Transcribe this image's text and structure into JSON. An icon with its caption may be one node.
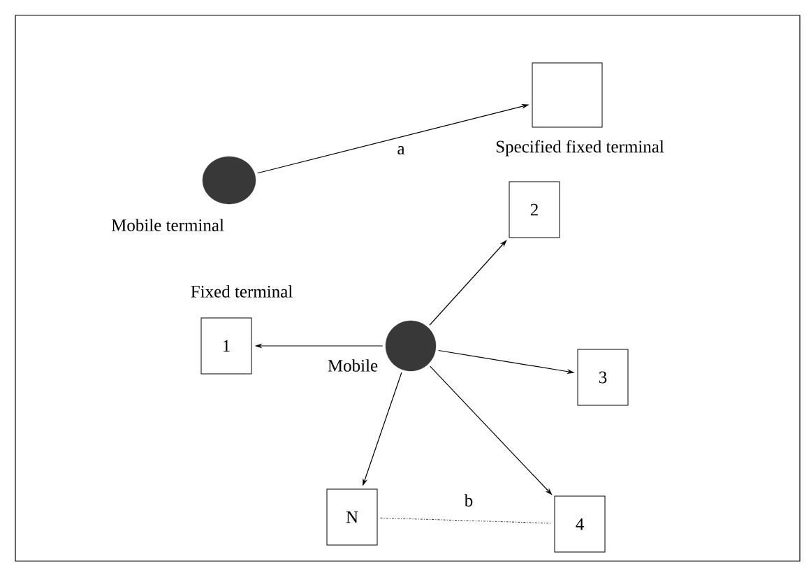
{
  "diagram": {
    "nodes": [
      {
        "text": [],
        "shape": "box",
        "beside": [
          "Specified fixed terminal"
        ]
      },
      {
        "text": [],
        "shape": "circle",
        "beside": [
          "Mobile terminal"
        ]
      },
      {
        "text": [
          "2"
        ]
      },
      {
        "text": [
          "1"
        ]
      },
      {
        "text": [],
        "shape": "circle",
        "beside": [
          "Mobile"
        ]
      },
      {
        "text": [
          "3"
        ]
      },
      {
        "text": [
          "N"
        ]
      },
      {
        "text": [
          "4"
        ]
      }
    ],
    "edges": [
      {
        "from": 1,
        "to": 0,
        "arrow": "to",
        "label": "a"
      },
      {
        "from": 4,
        "to": 2,
        "arrow": "to"
      },
      {
        "from": 4,
        "to": 3,
        "arrow": "to"
      },
      {
        "from": 4,
        "to": 5,
        "arrow": "to"
      },
      {
        "from": 4,
        "to": 7,
        "arrow": "to"
      },
      {
        "from": 4,
        "to": 6,
        "arrow": "to"
      },
      {
        "from": 6,
        "to": 7,
        "arrow": "none",
        "label": "b",
        "style": "dashed"
      }
    ],
    "labels": [
      "Fixed terminal"
    ]
  }
}
